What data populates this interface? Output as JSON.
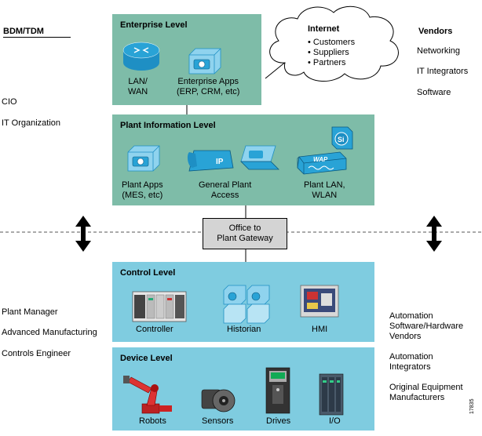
{
  "left": {
    "header": "BDM/TDM",
    "roles_top": [
      "CIO",
      "IT Organization"
    ],
    "roles_bottom": [
      "Plant Manager",
      "Advanced Manufacturing",
      "Controls Engineer"
    ]
  },
  "right": {
    "header": "Vendors",
    "roles_top": [
      "Networking",
      "IT Integrators",
      "Software"
    ],
    "roles_bottom": [
      [
        "Automation",
        "Software/Hardware",
        "Vendors"
      ],
      [
        "Automation",
        "Integrators"
      ],
      [
        "Original Equipment",
        "Manufacturers"
      ]
    ]
  },
  "internet": {
    "title": "Internet",
    "items": [
      "• Customers",
      "• Suppliers",
      "• Partners"
    ]
  },
  "enterprise": {
    "title": "Enterprise Level",
    "items": [
      {
        "lines": [
          "LAN/",
          "WAN"
        ]
      },
      {
        "lines": [
          "Enterprise Apps",
          "(ERP, CRM, etc)"
        ]
      }
    ]
  },
  "plant_info": {
    "title": "Plant Information Level",
    "items": [
      {
        "lines": [
          "Plant Apps",
          "(MES, etc)"
        ]
      },
      {
        "lines": [
          "General Plant",
          "Access"
        ]
      },
      {
        "lines": [
          "Plant LAN,",
          "WLAN"
        ]
      }
    ],
    "phone_label": "IP",
    "wap_label": "WAP",
    "router_label": "Si"
  },
  "gateway": {
    "lines": [
      "Office to",
      "Plant Gateway"
    ]
  },
  "control": {
    "title": "Control Level",
    "items": [
      "Controller",
      "Historian",
      "HMI"
    ]
  },
  "device": {
    "title": "Device Level",
    "items": [
      "Robots",
      "Sensors",
      "Drives",
      "I/O"
    ]
  },
  "figure_id": "17835",
  "colors": {
    "green_panel": "#7ebca8",
    "blue_panel": "#7fcce0",
    "gateway_box": "#d4d4d4",
    "icon_blue": "#29a3d6"
  }
}
